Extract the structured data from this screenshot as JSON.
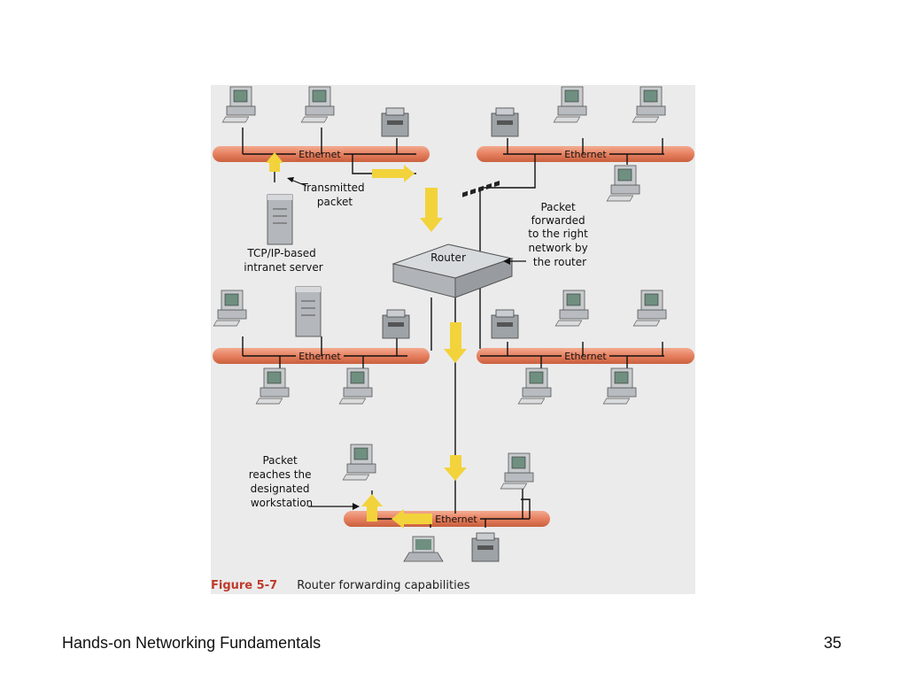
{
  "diagram": {
    "segment_label": "Ethernet",
    "router_label": "Router",
    "transmitted_label": [
      "Transmitted",
      "packet"
    ],
    "server_label": [
      "TCP/IP-based",
      "intranet server"
    ],
    "forwarded_label": [
      "Packet",
      "forwarded",
      "to the right",
      "network by",
      "the router"
    ],
    "reaches_label": [
      "Packet",
      "reaches the",
      "designated",
      "workstation"
    ]
  },
  "caption": {
    "figure_number": "Figure 5-7",
    "text": "Router forwarding capabilities"
  },
  "footer": {
    "title": "Hands-on Networking Fundamentals",
    "page_number": "35"
  },
  "colors": {
    "cable": "#e8896b",
    "arrow": "#f2d33b",
    "router": "#c9ccd0"
  }
}
